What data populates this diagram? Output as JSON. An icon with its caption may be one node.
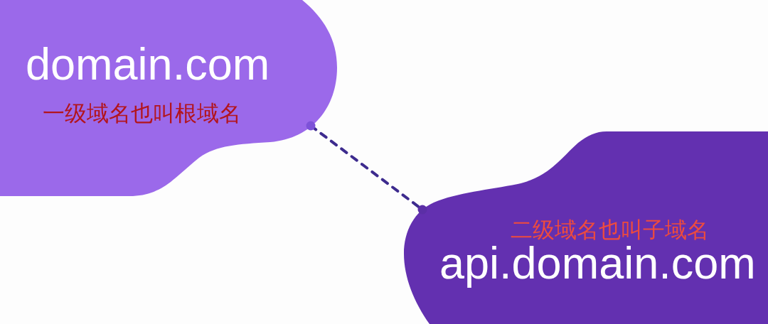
{
  "diagram": {
    "nodes": [
      {
        "text": [
          "domain.com",
          "一级域名也叫根域名"
        ]
      },
      {
        "text": [
          "二级域名也叫子域名",
          "api.domain.com"
        ]
      }
    ],
    "edges": [
      {
        "from": 0,
        "to": 1,
        "arrow": "other",
        "style": "dashed"
      }
    ]
  }
}
